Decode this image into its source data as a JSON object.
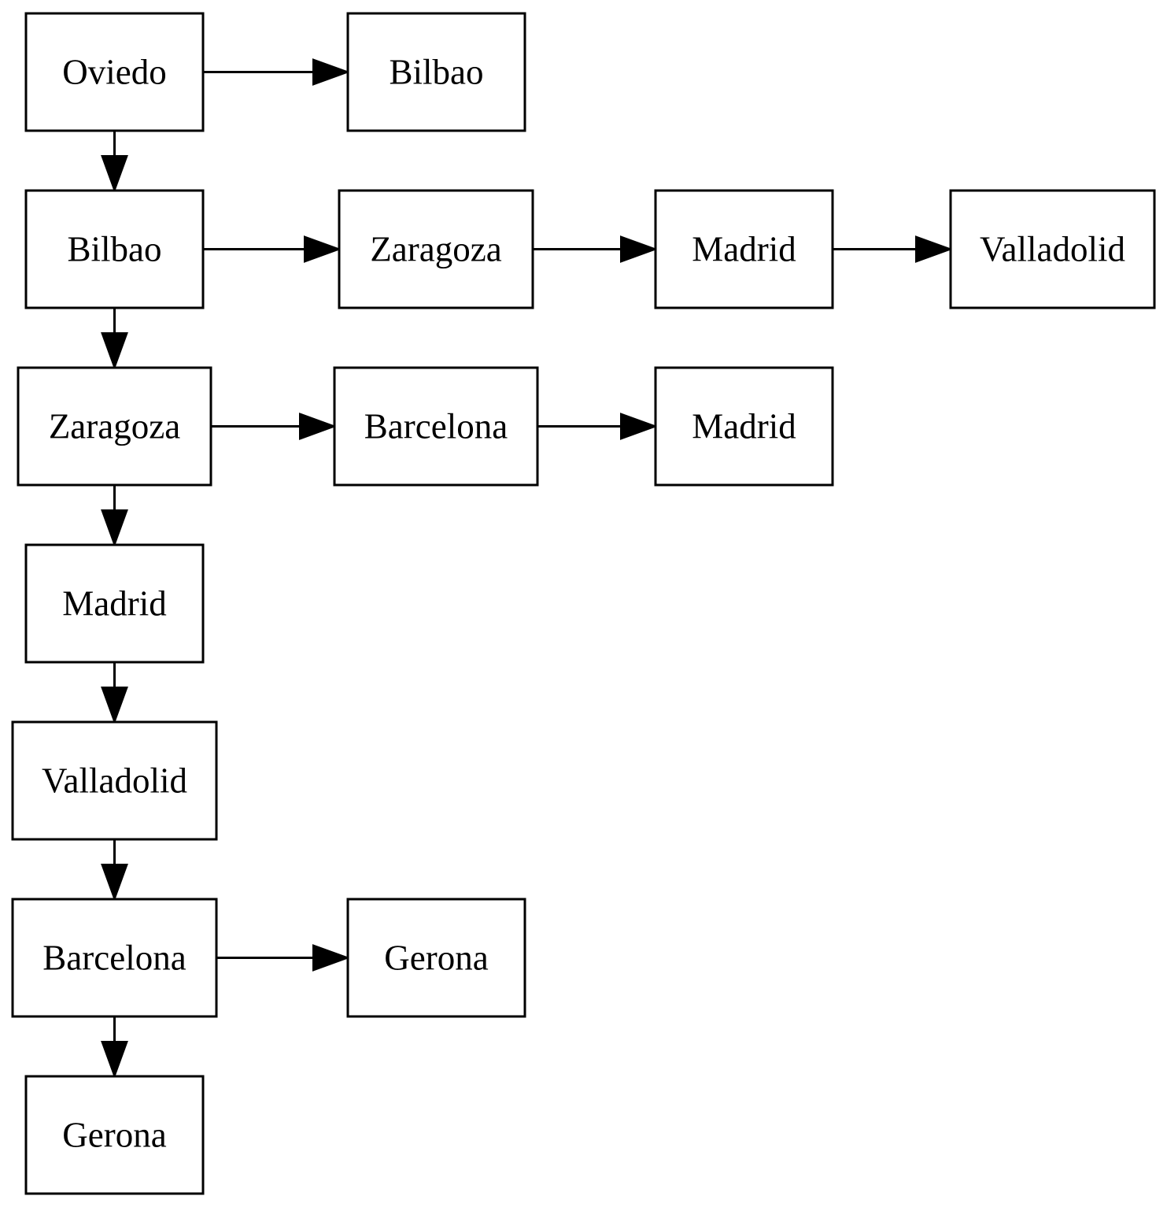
{
  "diagram": {
    "nodes": [
      {
        "id": "n1",
        "label": "Oviedo"
      },
      {
        "id": "n2",
        "label": "Bilbao"
      },
      {
        "id": "n3",
        "label": "Bilbao"
      },
      {
        "id": "n4",
        "label": "Zaragoza"
      },
      {
        "id": "n5",
        "label": "Madrid"
      },
      {
        "id": "n6",
        "label": "Valladolid"
      },
      {
        "id": "n7",
        "label": "Zaragoza"
      },
      {
        "id": "n8",
        "label": "Barcelona"
      },
      {
        "id": "n9",
        "label": "Madrid"
      },
      {
        "id": "n10",
        "label": "Madrid"
      },
      {
        "id": "n11",
        "label": "Valladolid"
      },
      {
        "id": "n12",
        "label": "Barcelona"
      },
      {
        "id": "n13",
        "label": "Gerona"
      },
      {
        "id": "n14",
        "label": "Gerona"
      }
    ],
    "edges": [
      {
        "from": "n1",
        "to": "n2"
      },
      {
        "from": "n1",
        "to": "n3"
      },
      {
        "from": "n3",
        "to": "n4"
      },
      {
        "from": "n4",
        "to": "n5"
      },
      {
        "from": "n5",
        "to": "n6"
      },
      {
        "from": "n3",
        "to": "n7"
      },
      {
        "from": "n7",
        "to": "n8"
      },
      {
        "from": "n8",
        "to": "n9"
      },
      {
        "from": "n7",
        "to": "n10"
      },
      {
        "from": "n10",
        "to": "n11"
      },
      {
        "from": "n11",
        "to": "n12"
      },
      {
        "from": "n12",
        "to": "n13"
      },
      {
        "from": "n12",
        "to": "n14"
      }
    ]
  }
}
